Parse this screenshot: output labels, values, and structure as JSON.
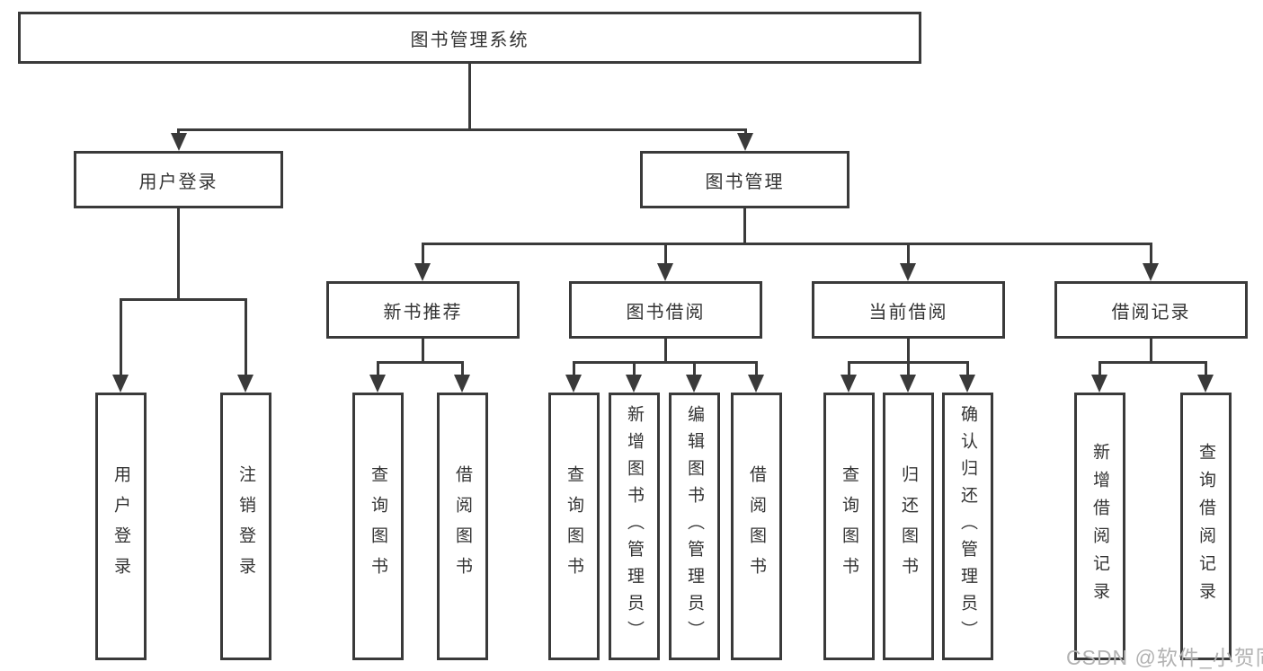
{
  "root": {
    "label": "图书管理系统"
  },
  "user_login": {
    "label": "用户登录",
    "children": [
      {
        "label": "用户登录"
      },
      {
        "label": "注销登录"
      }
    ]
  },
  "book_mgmt": {
    "label": "图书管理",
    "groups": [
      {
        "label": "新书推荐",
        "children": [
          {
            "label": "查询图书"
          },
          {
            "label": "借阅图书"
          }
        ]
      },
      {
        "label": "图书借阅",
        "children": [
          {
            "label": "查询图书"
          },
          {
            "label": "新增图书（管理员）"
          },
          {
            "label": "编辑图书（管理员）"
          },
          {
            "label": "借阅图书"
          }
        ]
      },
      {
        "label": "当前借阅",
        "children": [
          {
            "label": "查询图书"
          },
          {
            "label": "归还图书"
          },
          {
            "label": "确认归还（管理员）"
          }
        ]
      },
      {
        "label": "借阅记录",
        "children": [
          {
            "label": "新增借阅记录"
          },
          {
            "label": "查询借阅记录"
          }
        ]
      }
    ]
  },
  "watermark": "CSDN @软件_小贺同学",
  "colors": {
    "line": "#3a3a3a",
    "text": "#333333",
    "watermark": "#b2b2b2"
  }
}
